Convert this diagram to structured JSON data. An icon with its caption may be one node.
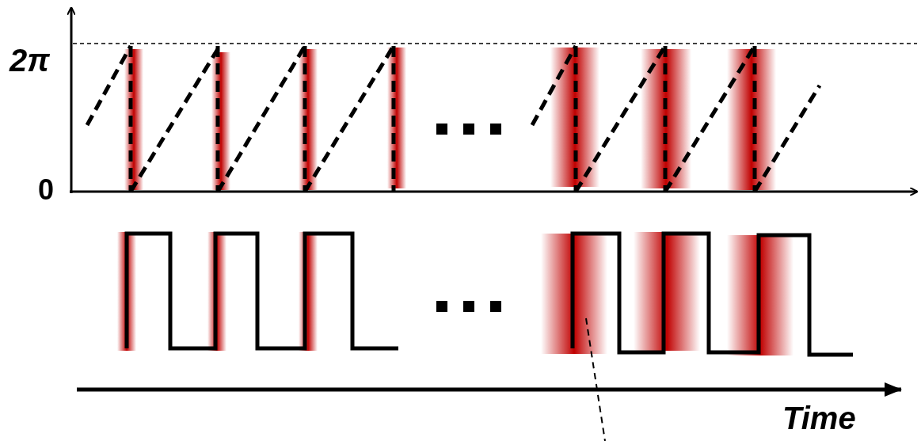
{
  "diagram": {
    "labels": [
      "2π",
      "0",
      "Time"
    ]
  }
}
